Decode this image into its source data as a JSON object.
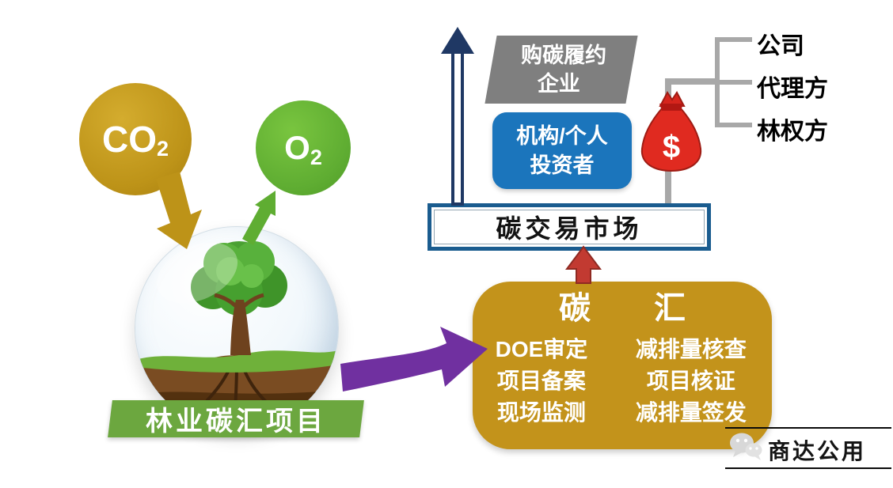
{
  "colors": {
    "co2_gold": "#BD9318",
    "o2_green": "#5FAD32",
    "banner_green": "#6CA73F",
    "process_gold": "#C3931B",
    "investor_blue": "#1B75BC",
    "enterprise_gray": "#7F7F7F",
    "navy_arrow": "#1F3864",
    "red_arrow": "#C23A31",
    "purple_arrow": "#7030A0",
    "money_bag_red": "#E02A20",
    "connector_gray": "#A8A8A8",
    "market_border_blue": "#1A5C8F"
  },
  "left": {
    "co2_main": "CO",
    "co2_sub": "2",
    "o2_main": "O",
    "o2_sub": "2",
    "banner": "林业碳汇项目"
  },
  "process": {
    "title": "碳　　汇",
    "rows": [
      {
        "left": "DOE审定",
        "right": "减排量核查"
      },
      {
        "left": "项目备案",
        "right": "项目核证"
      },
      {
        "left": "现场监测",
        "right": "减排量签发"
      }
    ]
  },
  "market": {
    "label": "碳交易市场"
  },
  "investor": {
    "line1": "机构/个人",
    "line2": "投资者"
  },
  "enterprise": {
    "line1": "购碳履约",
    "line2": "企业"
  },
  "money": {
    "symbol": "$"
  },
  "parties": [
    {
      "label": "公司"
    },
    {
      "label": "代理方"
    },
    {
      "label": "林权方"
    }
  ],
  "footer": {
    "brand": "商达公用"
  },
  "icons": {
    "money_bag": "dollar-money-bag",
    "wechat": "wechat-chat-bubbles"
  }
}
